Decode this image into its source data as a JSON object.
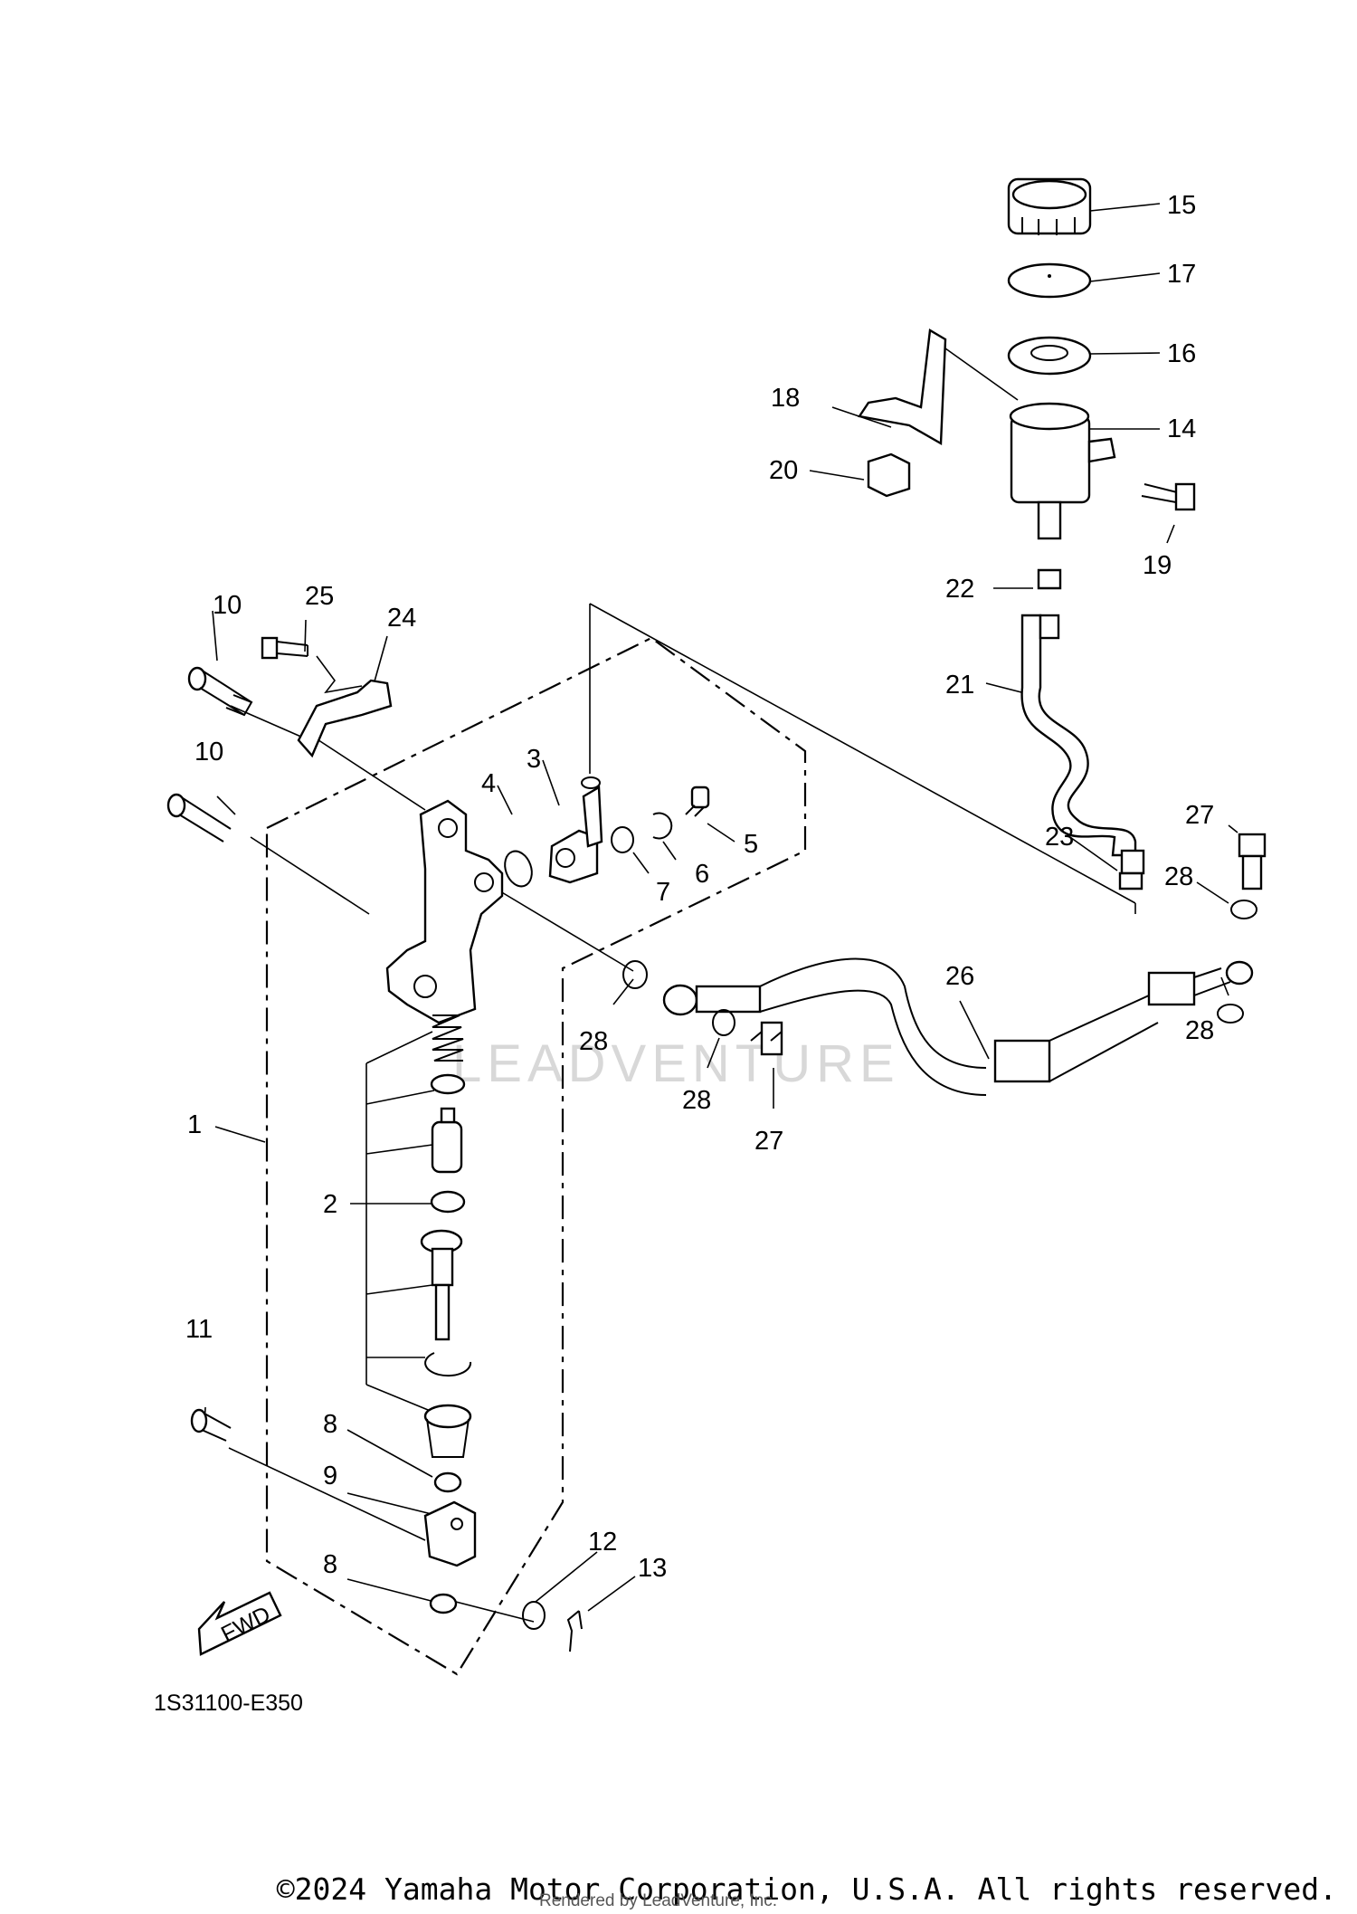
{
  "diagram": {
    "callouts": [
      {
        "id": "c1",
        "text": "1"
      },
      {
        "id": "c2",
        "text": "2"
      },
      {
        "id": "c3",
        "text": "3"
      },
      {
        "id": "c4",
        "text": "4"
      },
      {
        "id": "c5",
        "text": "5"
      },
      {
        "id": "c6",
        "text": "6"
      },
      {
        "id": "c7",
        "text": "7"
      },
      {
        "id": "c8a",
        "text": "8"
      },
      {
        "id": "c8b",
        "text": "8"
      },
      {
        "id": "c9",
        "text": "9"
      },
      {
        "id": "c10a",
        "text": "10"
      },
      {
        "id": "c10b",
        "text": "10"
      },
      {
        "id": "c11",
        "text": "11"
      },
      {
        "id": "c12",
        "text": "12"
      },
      {
        "id": "c13",
        "text": "13"
      },
      {
        "id": "c14",
        "text": "14"
      },
      {
        "id": "c15",
        "text": "15"
      },
      {
        "id": "c16",
        "text": "16"
      },
      {
        "id": "c17",
        "text": "17"
      },
      {
        "id": "c18",
        "text": "18"
      },
      {
        "id": "c19",
        "text": "19"
      },
      {
        "id": "c20",
        "text": "20"
      },
      {
        "id": "c21",
        "text": "21"
      },
      {
        "id": "c22",
        "text": "22"
      },
      {
        "id": "c23",
        "text": "23"
      },
      {
        "id": "c24",
        "text": "24"
      },
      {
        "id": "c25",
        "text": "25"
      },
      {
        "id": "c26",
        "text": "26"
      },
      {
        "id": "c27a",
        "text": "27"
      },
      {
        "id": "c27b",
        "text": "27"
      },
      {
        "id": "c28a",
        "text": "28"
      },
      {
        "id": "c28b",
        "text": "28"
      },
      {
        "id": "c28c",
        "text": "28"
      },
      {
        "id": "c28d",
        "text": "28"
      }
    ],
    "fwd_label": "FWD",
    "diagram_code": "1S31100-E350",
    "watermark": "LEADVENTURE"
  },
  "footer": {
    "copyright": "©2024 Yamaha Motor Corporation, U.S.A. All rights reserved.",
    "rendered_by": "Rendered by LeadVenture, Inc."
  }
}
